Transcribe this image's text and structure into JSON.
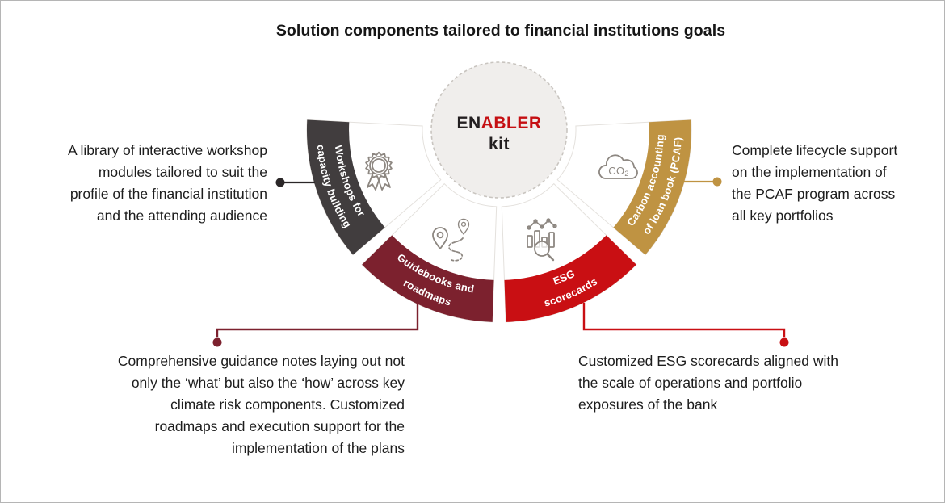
{
  "title": "Solution components tailored to financial institutions goals",
  "center": {
    "line1_dark": "EN",
    "line1_red": "ABLER",
    "line2": "kit"
  },
  "colors": {
    "charcoal": "#413d3e",
    "maroon": "#7c212e",
    "red": "#c90f13",
    "gold": "#bf9342",
    "connector_black": "#2b2728",
    "enabler_red": "#c50f12",
    "enabler_dark": "#231f20",
    "icon_gray": "#8d8781",
    "center_fill": "#f0eeec",
    "center_border": "#c9c5c0",
    "petal_border": "#e4e1dd",
    "text_dark": "#1d1d1d"
  },
  "segments": [
    {
      "id": "workshops",
      "label_line1": "Workshops for",
      "label_line2": "capacity building",
      "icon": "award-ribbon-icon"
    },
    {
      "id": "guidebooks",
      "label_line1": "Guidebooks and",
      "label_line2": "roadmaps",
      "icon": "route-map-pins-icon"
    },
    {
      "id": "esg",
      "label_line1": "ESG",
      "label_line2": "scorecards",
      "icon": "chart-magnifier-icon"
    },
    {
      "id": "carbon",
      "label_line1": "Carbon accounting",
      "label_line2": "of loan book (PCAF)",
      "icon": "co2-cloud-icon"
    }
  ],
  "callouts": {
    "workshops": {
      "lines": [
        "A library of interactive workshop",
        "modules tailored to suit the",
        "profile of the financial institution",
        "and the attending audience"
      ]
    },
    "carbon": {
      "lines": [
        "Complete lifecycle support",
        "on the implementation of",
        "the PCAF program across",
        "all key portfolios"
      ]
    },
    "guidebooks": {
      "lines": [
        "Comprehensive guidance notes laying out not",
        "only the ‘what’ but also the ‘how’ across key",
        "climate risk components. Customized",
        "roadmaps and execution support for the",
        "implementation of the plans"
      ]
    },
    "esg": {
      "lines": [
        "Customized ESG scorecards aligned with",
        "the scale of operations and portfolio",
        "exposures of the bank"
      ]
    }
  },
  "icon_text": {
    "co2_main": "CO",
    "co2_sub": "2"
  }
}
